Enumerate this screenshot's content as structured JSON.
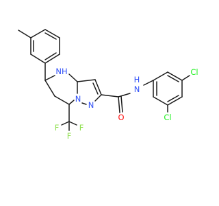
{
  "molecule": {
    "atom_labels": {
      "n_amide": "N",
      "h_amide": "H",
      "o_amide": "O",
      "nh_ring": "NH",
      "n_pyr_a": "N",
      "n_pyr_b": "N",
      "cl_top": "Cl",
      "cl_ortho": "Cl",
      "f_1": "F",
      "f_2": "F",
      "f_3": "F"
    },
    "colors": {
      "bond": "#1a1a1a",
      "nitrogen": "#3050f8",
      "oxygen": "#ff0d0d",
      "chlorine": "#1ff01f",
      "fluorine": "#90e050"
    }
  }
}
